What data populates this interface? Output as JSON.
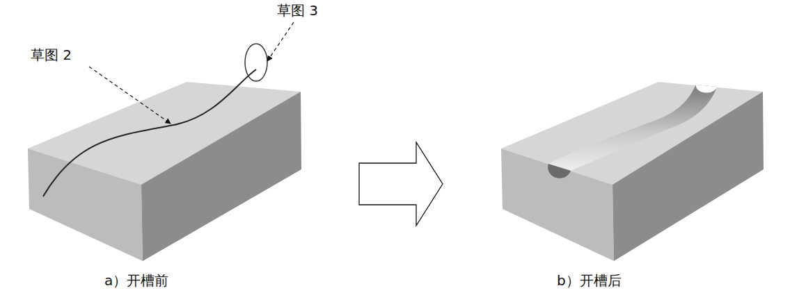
{
  "diagram": {
    "labels": [
      "草图 2",
      "草图 3",
      "a）开槽前",
      "b）开槽后"
    ]
  }
}
